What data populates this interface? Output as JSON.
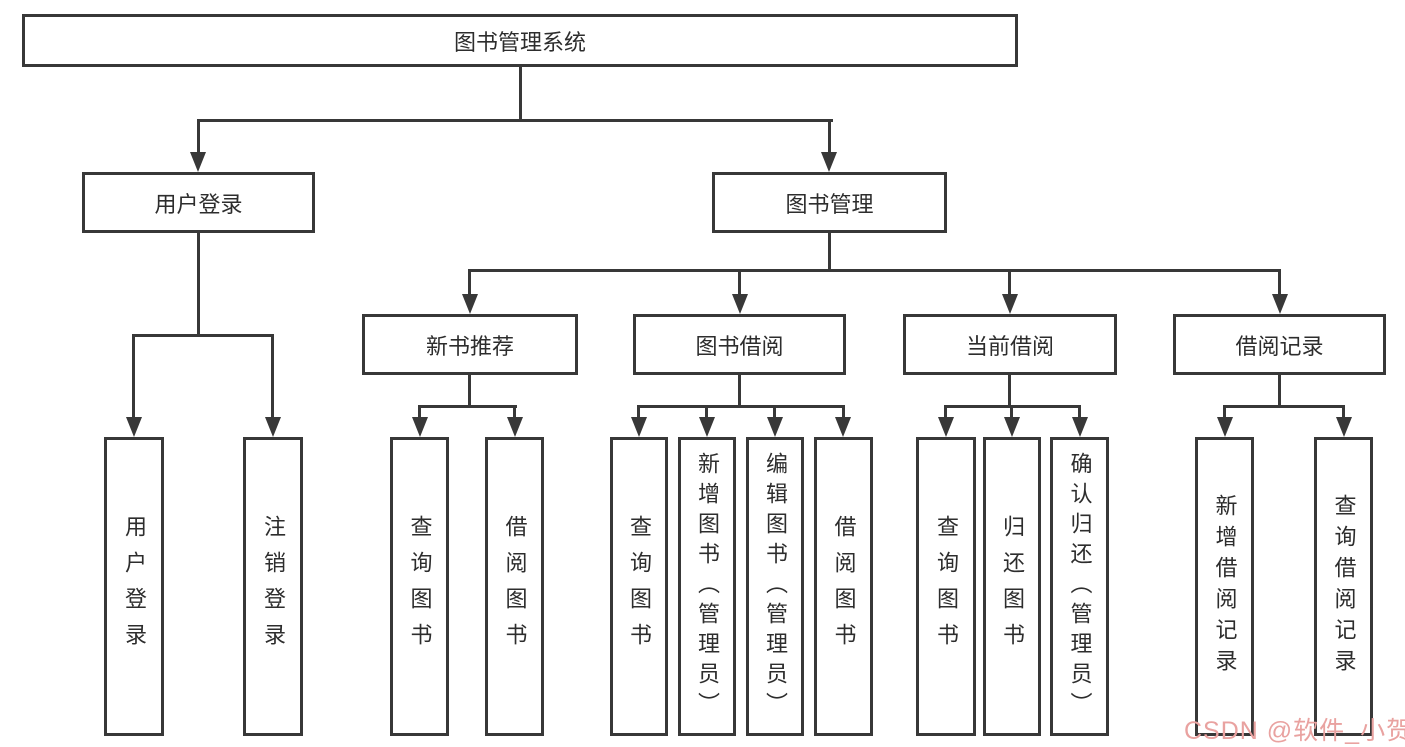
{
  "colors": {
    "line": "#383838",
    "text": "#2d2d2d",
    "bg": "#ffffff",
    "box_bg": "#ffffff",
    "watermark": "#e9a2a0"
  },
  "watermark": {
    "text": "CSDN @软件_小贺同学"
  },
  "tree": {
    "label": "图书管理系统",
    "children": [
      {
        "label": "用户登录",
        "children": [
          {
            "label": "用户登录"
          },
          {
            "label": "注销登录"
          }
        ]
      },
      {
        "label": "图书管理",
        "children": [
          {
            "label": "新书推荐",
            "children": [
              {
                "label": "查询图书"
              },
              {
                "label": "借阅图书"
              }
            ]
          },
          {
            "label": "图书借阅",
            "children": [
              {
                "label": "查询图书"
              },
              {
                "label": "新增图书（管理员）"
              },
              {
                "label": "编辑图书（管理员）"
              },
              {
                "label": "借阅图书"
              }
            ]
          },
          {
            "label": "当前借阅",
            "children": [
              {
                "label": "查询图书"
              },
              {
                "label": "归还图书"
              },
              {
                "label": "确认归还（管理员）"
              }
            ]
          },
          {
            "label": "借阅记录",
            "children": [
              {
                "label": "新增借阅记录"
              },
              {
                "label": "查询借阅记录"
              }
            ]
          }
        ]
      }
    ]
  }
}
